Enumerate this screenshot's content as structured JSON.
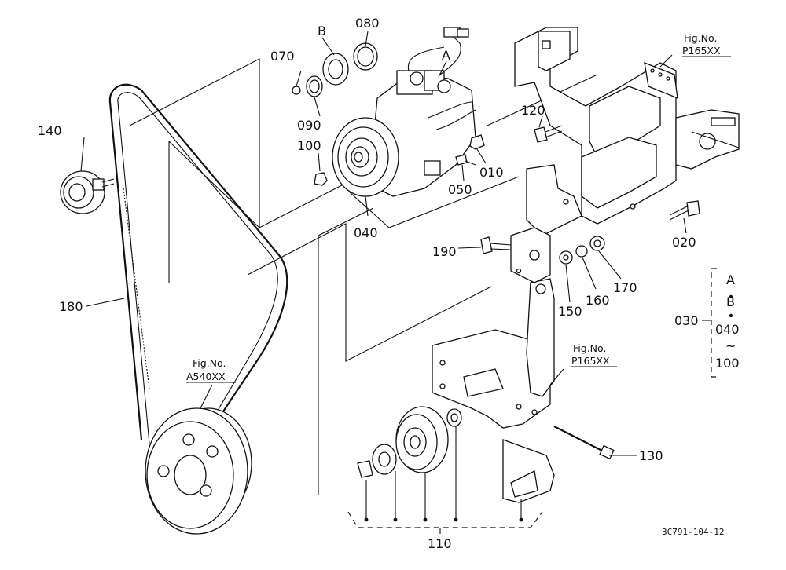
{
  "labels": {
    "p010": "010",
    "p020": "020",
    "p030": "030",
    "p040": "040",
    "p050": "050",
    "p070": "070",
    "p080": "080",
    "p090": "090",
    "p100": "100",
    "p110": "110",
    "p120": "120",
    "p130": "130",
    "p140": "140",
    "p150": "150",
    "p160": "160",
    "p170": "170",
    "p180": "180",
    "p190": "190",
    "letter_a": "A",
    "letter_b": "B"
  },
  "set_030": {
    "a": "A",
    "b": "B",
    "start": "040",
    "tilde": "~",
    "end": "100"
  },
  "fig_refs": {
    "top_right": {
      "label": "Fig.No.",
      "number": "P165XX"
    },
    "middle_right": {
      "label": "Fig.No.",
      "number": "P165XX"
    },
    "pulley": {
      "label": "Fig.No.",
      "number": "A540XX"
    }
  },
  "drawing_code": "3C791-104-12"
}
